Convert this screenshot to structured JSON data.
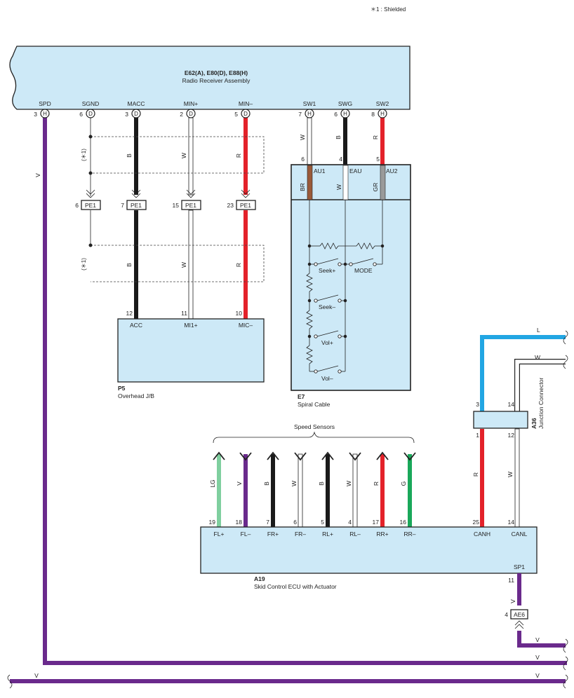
{
  "note": "＊1 : Shielded",
  "colors": {
    "violet": "#6a2a8c",
    "black": "#1a1a1a",
    "red": "#e3222a",
    "brown": "#9a5a3a",
    "gray": "#9a9a9a",
    "lightgreen": "#7fcf9f",
    "green": "#1aa85a",
    "blue": "#22a6e3",
    "box": "#cde9f7"
  },
  "radio": {
    "code": "E62(A), E80(D), E88(H)",
    "name": "Radio Receiver Assembly",
    "pins": [
      {
        "label": "SPD",
        "num": "3",
        "conn": "H"
      },
      {
        "label": "SGND",
        "num": "6",
        "conn": "D"
      },
      {
        "label": "MACC",
        "num": "3",
        "conn": "D"
      },
      {
        "label": "MIN+",
        "num": "2",
        "conn": "D"
      },
      {
        "label": "MIN–",
        "num": "5",
        "conn": "D"
      },
      {
        "label": "SW1",
        "num": "7",
        "conn": "H"
      },
      {
        "label": "SWG",
        "num": "6",
        "conn": "H"
      },
      {
        "label": "SW2",
        "num": "8",
        "conn": "H"
      }
    ]
  },
  "wires": {
    "spd": "V",
    "shield": "(＊1)",
    "macc": "B",
    "min_plus": "W",
    "min_minus": "R",
    "sw1": "W",
    "swg": "B",
    "sw2": "R"
  },
  "pe1": {
    "label": "PE1",
    "pins": [
      "6",
      "7",
      "15",
      "23"
    ]
  },
  "overhead": {
    "code": "P5",
    "name": "Overhead J/B",
    "pins": [
      {
        "num": "12",
        "label": "ACC"
      },
      {
        "num": "11",
        "label": "MI1+"
      },
      {
        "num": "10",
        "label": "MIC–"
      }
    ]
  },
  "spiral": {
    "code": "E7",
    "name": "Spiral Cable",
    "pin_nums": [
      "6",
      "4",
      "5"
    ],
    "pin_labels": [
      "AU1",
      "EAU",
      "AU2"
    ],
    "wire_colors": [
      "BR",
      "W",
      "GR"
    ],
    "switches": [
      "Seek+",
      "MODE",
      "Seek–",
      "Vol+",
      "Vol–"
    ]
  },
  "junction": {
    "code": "A36",
    "name": "Junction Connector",
    "top_pins": [
      "3",
      "14"
    ],
    "bottom_pins": [
      "1",
      "12"
    ],
    "top_wires": [
      "L",
      "W"
    ]
  },
  "speed_sensors": {
    "title": "Speed Sensors",
    "wires": [
      {
        "color_code": "LG",
        "num": "19",
        "label": "FL+"
      },
      {
        "color_code": "V",
        "num": "18",
        "label": "FL–"
      },
      {
        "color_code": "B",
        "num": "7",
        "label": "FR+"
      },
      {
        "color_code": "W",
        "num": "6",
        "label": "FR–"
      },
      {
        "color_code": "B",
        "num": "5",
        "label": "RL+"
      },
      {
        "color_code": "W",
        "num": "4",
        "label": "RL–"
      },
      {
        "color_code": "R",
        "num": "17",
        "label": "RR+"
      },
      {
        "color_code": "G",
        "num": "16",
        "label": "RR–"
      }
    ]
  },
  "ecu": {
    "code": "A19",
    "name": "Skid Control ECU with Actuator",
    "can_pins": [
      {
        "num": "25",
        "label": "CANH",
        "wire": "R"
      },
      {
        "num": "14",
        "label": "CANL",
        "wire": "W"
      }
    ],
    "sp1": {
      "label": "SP1",
      "num": "11",
      "wire": "V"
    }
  },
  "ae6": {
    "label": "AE6",
    "num": "4"
  },
  "bottom_wires": [
    "V",
    "V",
    "V",
    "V"
  ]
}
